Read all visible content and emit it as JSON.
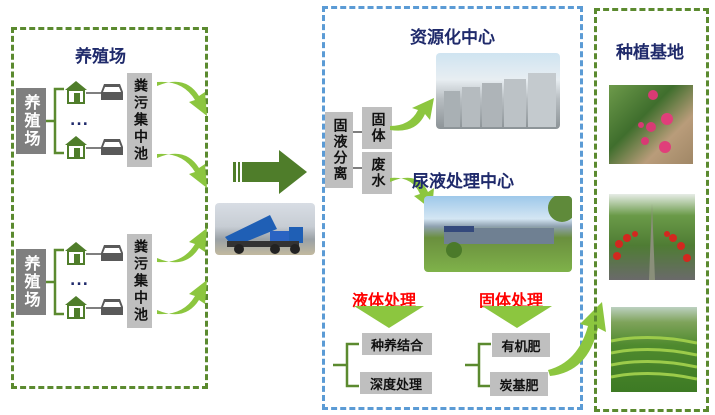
{
  "farm_panel": {
    "title": "养殖场",
    "groups": [
      {
        "label": "养殖场",
        "ellipsis": "...",
        "pool_label": "粪污集中池"
      },
      {
        "label": "养殖场",
        "ellipsis": "...",
        "pool_label": "粪污集中池"
      }
    ]
  },
  "transport": {
    "image": "sewage-truck-photo"
  },
  "resource_panel": {
    "title": "资源化中心",
    "separation_label": "固液分离",
    "solid_label": "固体",
    "wastewater_label": "废水",
    "urine_center_title": "尿液处理中心",
    "liquid_processing": {
      "title": "液体处理",
      "items": [
        "种养结合",
        "深度处理"
      ]
    },
    "solid_processing": {
      "title": "固体处理",
      "items": [
        "有机肥",
        "炭基肥"
      ]
    }
  },
  "planting_panel": {
    "title": "种植基地",
    "images": [
      "dragon-fruit-photo",
      "tomato-greenhouse-photo",
      "tea-plantation-photo"
    ]
  },
  "colors": {
    "green_border": "#5b8a2f",
    "blue_border": "#5b9bd5",
    "arrow_green": "#8cc63f",
    "dark_arrow": "#4f7d2a",
    "title_navy": "#1f2a6b",
    "red_title": "#ff0000"
  }
}
